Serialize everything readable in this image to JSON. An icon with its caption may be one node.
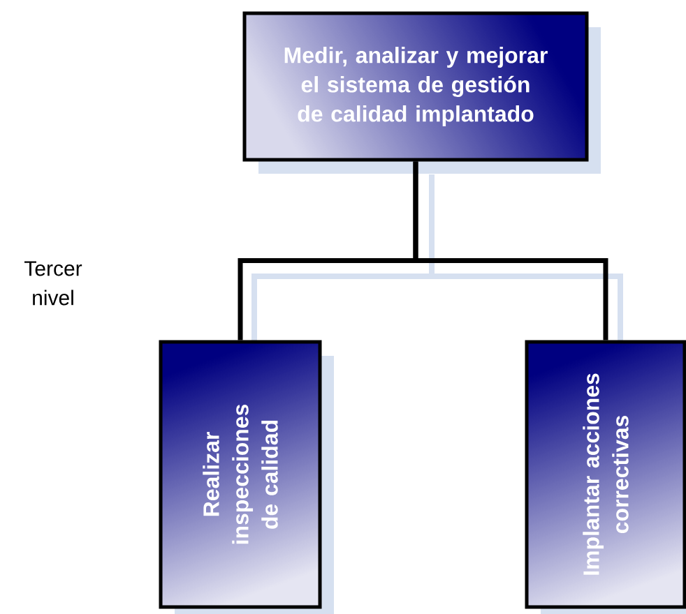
{
  "diagram": {
    "nodes": [
      {
        "text": [
          "Medir, analizar y mejorar el sistema de gestión de calidad implantado"
        ]
      },
      {
        "text": [
          "Realizar inspecciones de calidad"
        ]
      },
      {
        "text": [
          "Implantar acciones correctivas"
        ]
      }
    ],
    "edges": [
      {
        "from": 0,
        "to": 1,
        "arrow": "none"
      },
      {
        "from": 0,
        "to": 2,
        "arrow": "none"
      }
    ],
    "labels": [
      "Tercer nivel"
    ]
  }
}
